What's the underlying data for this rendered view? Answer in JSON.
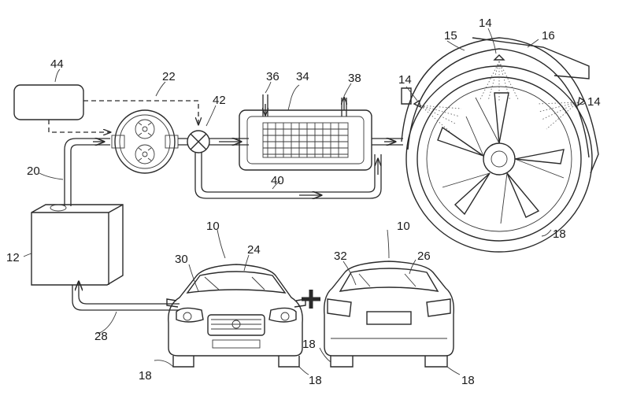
{
  "labels": {
    "tank": "12",
    "supply_line": "20",
    "return_line": "28",
    "pump": "22",
    "controller": "44",
    "valve": "42",
    "bypass": "40",
    "heat_exchanger": "34",
    "hx_inlet": "36",
    "hx_outlet": "38",
    "fender": "15",
    "body_panel": "16",
    "nozzle_top": "14",
    "nozzle_left": "14",
    "nozzle_right": "14",
    "wheel_large": "18",
    "vehicle_front": "10",
    "vehicle_rear": "10",
    "front_windshield_region": "24",
    "front_hood_area": "30",
    "rear_window_region": "26",
    "rear_trunk_area": "32",
    "front_wheel_left": "18",
    "front_wheel_right": "18",
    "rear_wheel_left": "18",
    "rear_wheel_right": "18"
  },
  "symbols": {
    "plus": "+"
  }
}
